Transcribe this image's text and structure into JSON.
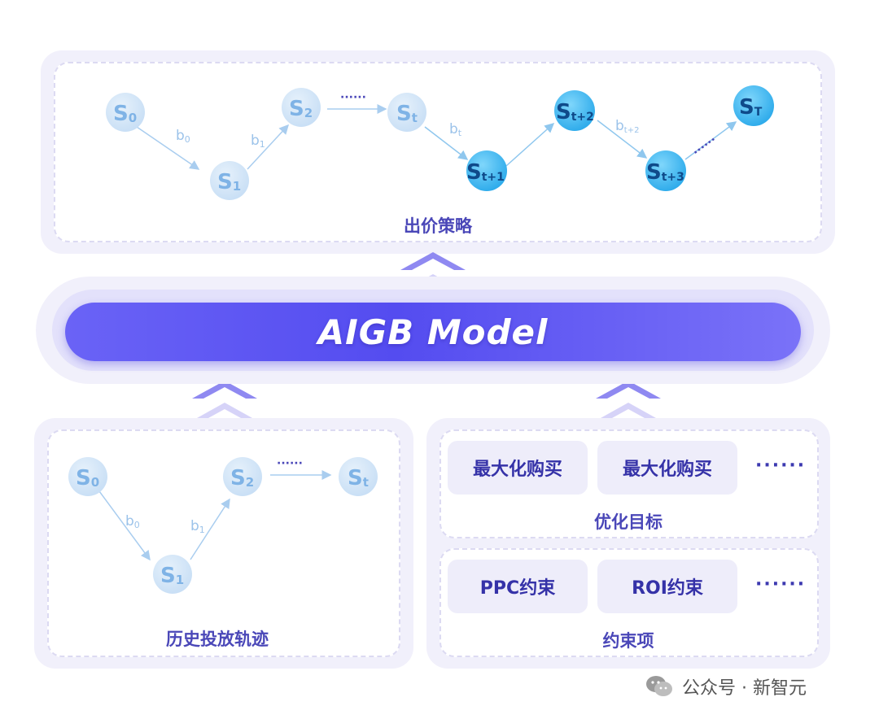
{
  "top_panel": {
    "caption": "出价策略",
    "nodes": [
      {
        "label": "S",
        "sub": "0",
        "style": "light"
      },
      {
        "label": "S",
        "sub": "1",
        "style": "light"
      },
      {
        "label": "S",
        "sub": "2",
        "style": "light"
      },
      {
        "label": "S",
        "sub": "t",
        "style": "light"
      },
      {
        "label": "S",
        "sub": "t+1",
        "style": "bright"
      },
      {
        "label": "S",
        "sub": "t+2",
        "style": "bright"
      },
      {
        "label": "S",
        "sub": "t+3",
        "style": "bright"
      },
      {
        "label": "S",
        "sub": "T",
        "style": "bright"
      }
    ],
    "edge_labels": [
      {
        "label": "b",
        "sub": "0"
      },
      {
        "label": "b",
        "sub": "1"
      },
      {
        "label": "b",
        "sub": "t"
      },
      {
        "label": "b",
        "sub": "t+2"
      }
    ],
    "ellipsis": "······"
  },
  "model": {
    "title": "AIGB Model"
  },
  "history_panel": {
    "caption": "历史投放轨迹",
    "nodes": [
      {
        "label": "S",
        "sub": "0"
      },
      {
        "label": "S",
        "sub": "1"
      },
      {
        "label": "S",
        "sub": "2"
      },
      {
        "label": "S",
        "sub": "t"
      }
    ],
    "edge_labels": [
      {
        "label": "b",
        "sub": "0"
      },
      {
        "label": "b",
        "sub": "1"
      }
    ],
    "ellipsis": "······"
  },
  "objective_panel": {
    "caption": "优化目标",
    "chips": [
      "最大化购买",
      "最大化购买"
    ],
    "more": "······"
  },
  "constraint_panel": {
    "caption": "约束项",
    "chips": [
      "PPC约束",
      "ROI约束"
    ],
    "more": "······"
  },
  "watermark": {
    "text": "公众号 · 新智元",
    "icon": "wechat-icon"
  },
  "colors": {
    "light_node": "#d3e6f8",
    "bright_node": "#3db6ee",
    "accent": "#5a52f2",
    "caption": "#4a47b8"
  }
}
